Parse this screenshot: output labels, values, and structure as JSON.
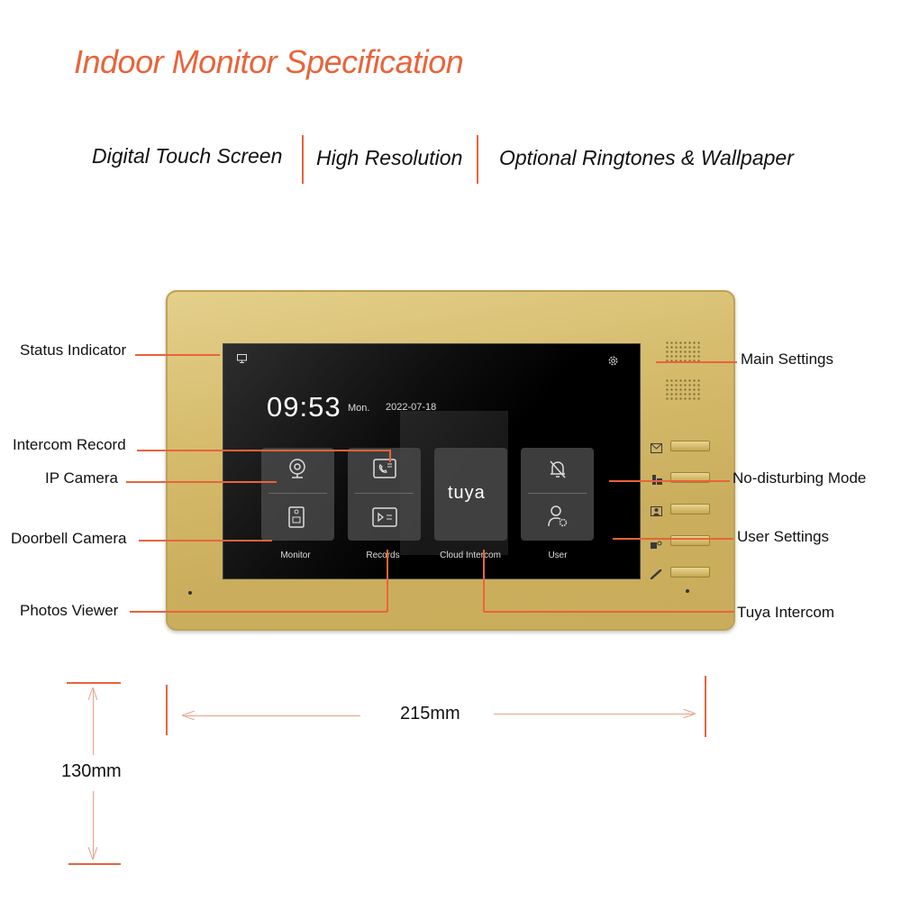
{
  "title": "Indoor Monitor Specification",
  "features": [
    "Digital Touch Screen",
    "High Resolution",
    "Optional Ringtones & Wallpaper"
  ],
  "screen": {
    "time": "09:53",
    "day": "Mon.",
    "date": "2022-07-18",
    "tiles": [
      {
        "label": "Monitor"
      },
      {
        "label": "Records"
      },
      {
        "label": "Cloud Intercom",
        "logo": "tuya"
      },
      {
        "label": "User"
      }
    ]
  },
  "callouts": {
    "status_indicator": "Status Indicator",
    "intercom_record": "Intercom Record",
    "ip_camera": "IP Camera",
    "doorbell_camera": "Doorbell Camera",
    "photos_viewer": "Photos Viewer",
    "main_settings": "Main Settings",
    "no_disturbing_mode": "No-disturbing Mode",
    "user_settings": "User Settings",
    "tuya_intercom": "Tuya Intercom"
  },
  "dimensions": {
    "width": "215mm",
    "height": "130mm"
  },
  "colors": {
    "accent": "#e8643a",
    "frame": "#d4b96a",
    "screen": "#000000"
  }
}
